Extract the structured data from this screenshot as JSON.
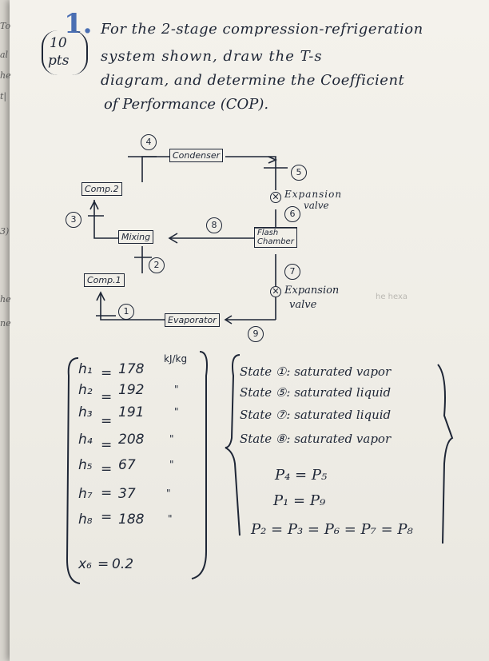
{
  "margin": {
    "fragments": [
      "To",
      "al",
      "he",
      "t|",
      "3)",
      "he",
      "ne"
    ]
  },
  "problem": {
    "number": "1.",
    "points": "10",
    "points_unit": "pts",
    "text_lines": [
      "For the 2-stage compression-refrigeration",
      "system shown, draw the T-s",
      "diagram, and determine the Coefficient",
      "of Performance (COP)."
    ]
  },
  "diagram": {
    "components": {
      "condenser": "Condenser",
      "comp2": "Comp.2",
      "comp1": "Comp.1",
      "mixing": "Mixing",
      "flash": [
        "Flash",
        "Chamber"
      ],
      "evaporator": "Evaporator",
      "valve_upper": [
        "Expansion",
        "valve"
      ],
      "valve_lower": [
        "Expansion",
        "valve"
      ]
    },
    "states": [
      "1",
      "2",
      "3",
      "4",
      "5",
      "6",
      "7",
      "8",
      "9"
    ]
  },
  "given": {
    "enthalpies": [
      {
        "label": "h₁",
        "value": "178",
        "unit": "kJ/kg"
      },
      {
        "label": "h₂",
        "value": "192",
        "unit": "\""
      },
      {
        "label": "h₃",
        "value": "191",
        "unit": "\""
      },
      {
        "label": "h₄",
        "value": "208",
        "unit": "\""
      },
      {
        "label": "h₅",
        "value": "67",
        "unit": "\""
      },
      {
        "label": "h₇",
        "value": "37",
        "unit": "\""
      },
      {
        "label": "h₈",
        "value": "188",
        "unit": "\""
      }
    ],
    "quality": {
      "label": "x₆",
      "value": "0.2"
    },
    "states": [
      "State ①: saturated vapor",
      "State ⑤: saturated liquid",
      "State ⑦: saturated liquid",
      "State ⑧: saturated vapor"
    ],
    "pressures": [
      "P₄ = P₅",
      "P₁ = P₉",
      "P₂ = P₃ = P₆ = P₇ = P₈"
    ]
  },
  "faint": "he hexa"
}
